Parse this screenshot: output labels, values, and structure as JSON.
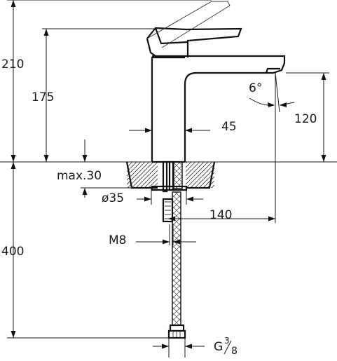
{
  "labels": {
    "overall_height": "210",
    "height_175": "175",
    "body_width": "45",
    "spout_height": "120",
    "angle": "6°",
    "max_deck": "max.30",
    "hole_diameter": "ø35",
    "projection": "140",
    "stud_thread": "M8",
    "hose_length": "400",
    "connection": "G",
    "connection_num": "3",
    "connection_den": "8"
  }
}
